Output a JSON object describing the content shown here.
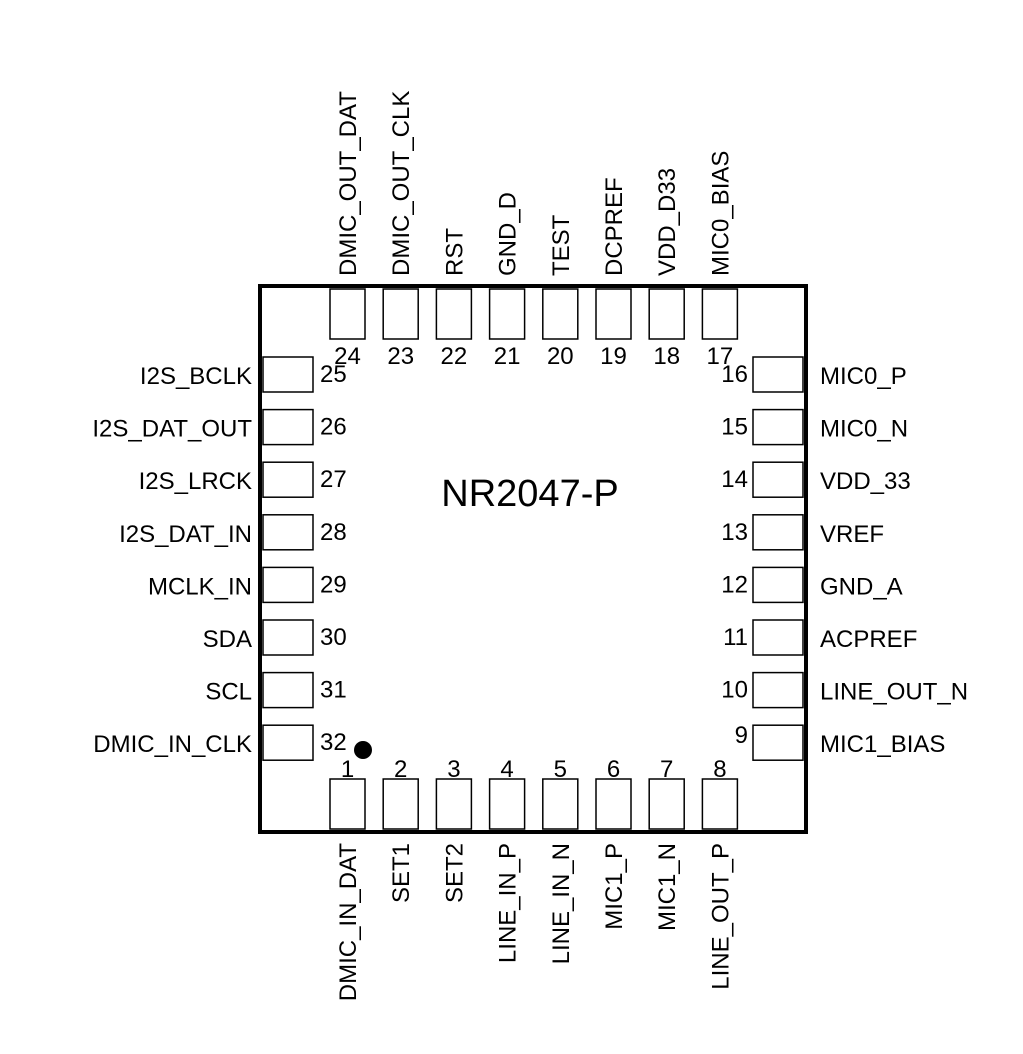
{
  "chip": {
    "name": "NR2047-P",
    "pin1_marker": "filled-dot"
  },
  "pins": {
    "left": [
      {
        "num": "25",
        "name": "I2S_BCLK"
      },
      {
        "num": "26",
        "name": "I2S_DAT_OUT"
      },
      {
        "num": "27",
        "name": "I2S_LRCK"
      },
      {
        "num": "28",
        "name": "I2S_DAT_IN"
      },
      {
        "num": "29",
        "name": "MCLK_IN"
      },
      {
        "num": "30",
        "name": "SDA"
      },
      {
        "num": "31",
        "name": "SCL"
      },
      {
        "num": "32",
        "name": "DMIC_IN_CLK"
      }
    ],
    "right": [
      {
        "num": "16",
        "name": "MIC0_P"
      },
      {
        "num": "15",
        "name": "MIC0_N"
      },
      {
        "num": "14",
        "name": "VDD_33"
      },
      {
        "num": "13",
        "name": "VREF"
      },
      {
        "num": "12",
        "name": "GND_A"
      },
      {
        "num": "11",
        "name": "ACPREF"
      },
      {
        "num": "10",
        "name": "LINE_OUT_N"
      },
      {
        "num": "9",
        "name": "MIC1_BIAS"
      }
    ],
    "top": [
      {
        "num": "24",
        "name": "DMIC_OUT_DAT"
      },
      {
        "num": "23",
        "name": "DMIC_OUT_CLK"
      },
      {
        "num": "22",
        "name": "RST"
      },
      {
        "num": "21",
        "name": "GND_D"
      },
      {
        "num": "20",
        "name": "TEST"
      },
      {
        "num": "19",
        "name": "DCPREF"
      },
      {
        "num": "18",
        "name": "VDD_D33"
      },
      {
        "num": "17",
        "name": "MIC0_BIAS"
      }
    ],
    "bottom": [
      {
        "num": "1",
        "name": "DMIC_IN_DAT"
      },
      {
        "num": "2",
        "name": "SET1"
      },
      {
        "num": "3",
        "name": "SET2"
      },
      {
        "num": "4",
        "name": "LINE_IN_P"
      },
      {
        "num": "5",
        "name": "LINE_IN_N"
      },
      {
        "num": "6",
        "name": "MIC1_P"
      },
      {
        "num": "7",
        "name": "MIC1_N"
      },
      {
        "num": "8",
        "name": "LINE_OUT_P"
      }
    ]
  }
}
